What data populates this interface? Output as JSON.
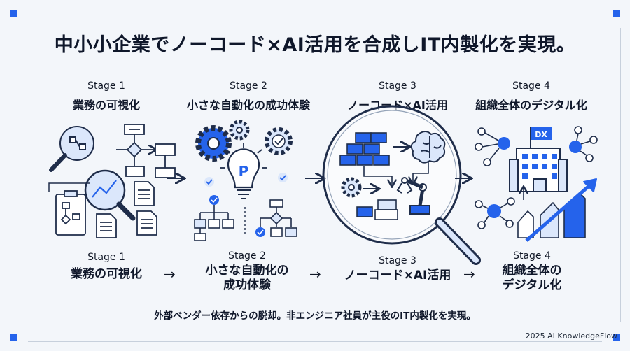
{
  "title": "中小小企業でノーコード×AI活用を合成しIT内製化を実現。",
  "stages_top": [
    {
      "number": "Stage 1",
      "name": "業務の可視化"
    },
    {
      "number": "Stage 2",
      "name": "小さな自動化の成功体験"
    },
    {
      "number": "Stage 3",
      "name": "ノーコード×AI活用"
    },
    {
      "number": "Stage 4",
      "name": "組織全体のデジタル化"
    }
  ],
  "stages_bottom": [
    {
      "number": "Stage 1",
      "line1": "業務の可視化",
      "line2": ""
    },
    {
      "number": "Stage 2",
      "line1": "小さな自動化の",
      "line2": "成功体験"
    },
    {
      "number": "Stage 3",
      "line1": "ノーコード×AI活用",
      "line2": ""
    },
    {
      "number": "Stage 4",
      "line1": "組織全体の",
      "line2": "デジタル化"
    }
  ],
  "arrow_glyph": "→",
  "bulb_letter": "P",
  "dx_flag": "DX",
  "footer": "外部ベンダー依存からの脱却。非エンジニア社員が主役のIT内製化を実現。",
  "credit": "2025 AI KnowledgeFlow",
  "colors": {
    "accent": "#2563eb",
    "ink": "#1f2d4a",
    "light": "#dbe7fb"
  }
}
